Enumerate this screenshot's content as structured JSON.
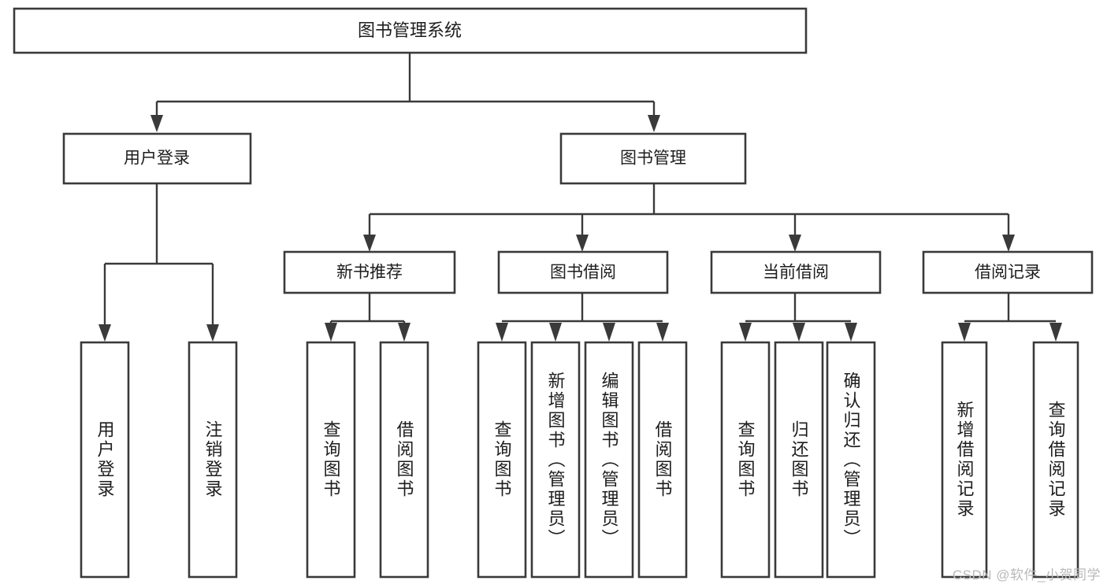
{
  "diagram": {
    "type": "tree",
    "title": "图书管理系统",
    "watermark": "CSDN @软件_小贺同学",
    "colors": {
      "box_stroke": "#3a3a3a",
      "box_fill": "#ffffff",
      "connector": "#3a3a3a",
      "text": "#1d1d1d",
      "watermark": "#b9b9b9",
      "background": "#ffffff"
    },
    "root": {
      "label": "图书管理系统"
    },
    "level2": [
      {
        "label": "用户登录"
      },
      {
        "label": "图书管理"
      }
    ],
    "level3": [
      {
        "label": "新书推荐"
      },
      {
        "label": "图书借阅"
      },
      {
        "label": "当前借阅"
      },
      {
        "label": "借阅记录"
      }
    ],
    "leaves": {
      "user_login": [
        {
          "label": "用户登录"
        },
        {
          "label": "注销登录"
        }
      ],
      "new_book_recommend": [
        {
          "label": "查询图书"
        },
        {
          "label": "借阅图书"
        }
      ],
      "book_borrow": [
        {
          "label": "查询图书"
        },
        {
          "label": "新增图书（管理员）"
        },
        {
          "label": "编辑图书（管理员）"
        },
        {
          "label": "借阅图书"
        }
      ],
      "current_borrow": [
        {
          "label": "查询图书"
        },
        {
          "label": "归还图书"
        },
        {
          "label": "确认归还（管理员）"
        }
      ],
      "borrow_record": [
        {
          "label": "新增借阅记录"
        },
        {
          "label": "查询借阅记录"
        }
      ]
    }
  }
}
